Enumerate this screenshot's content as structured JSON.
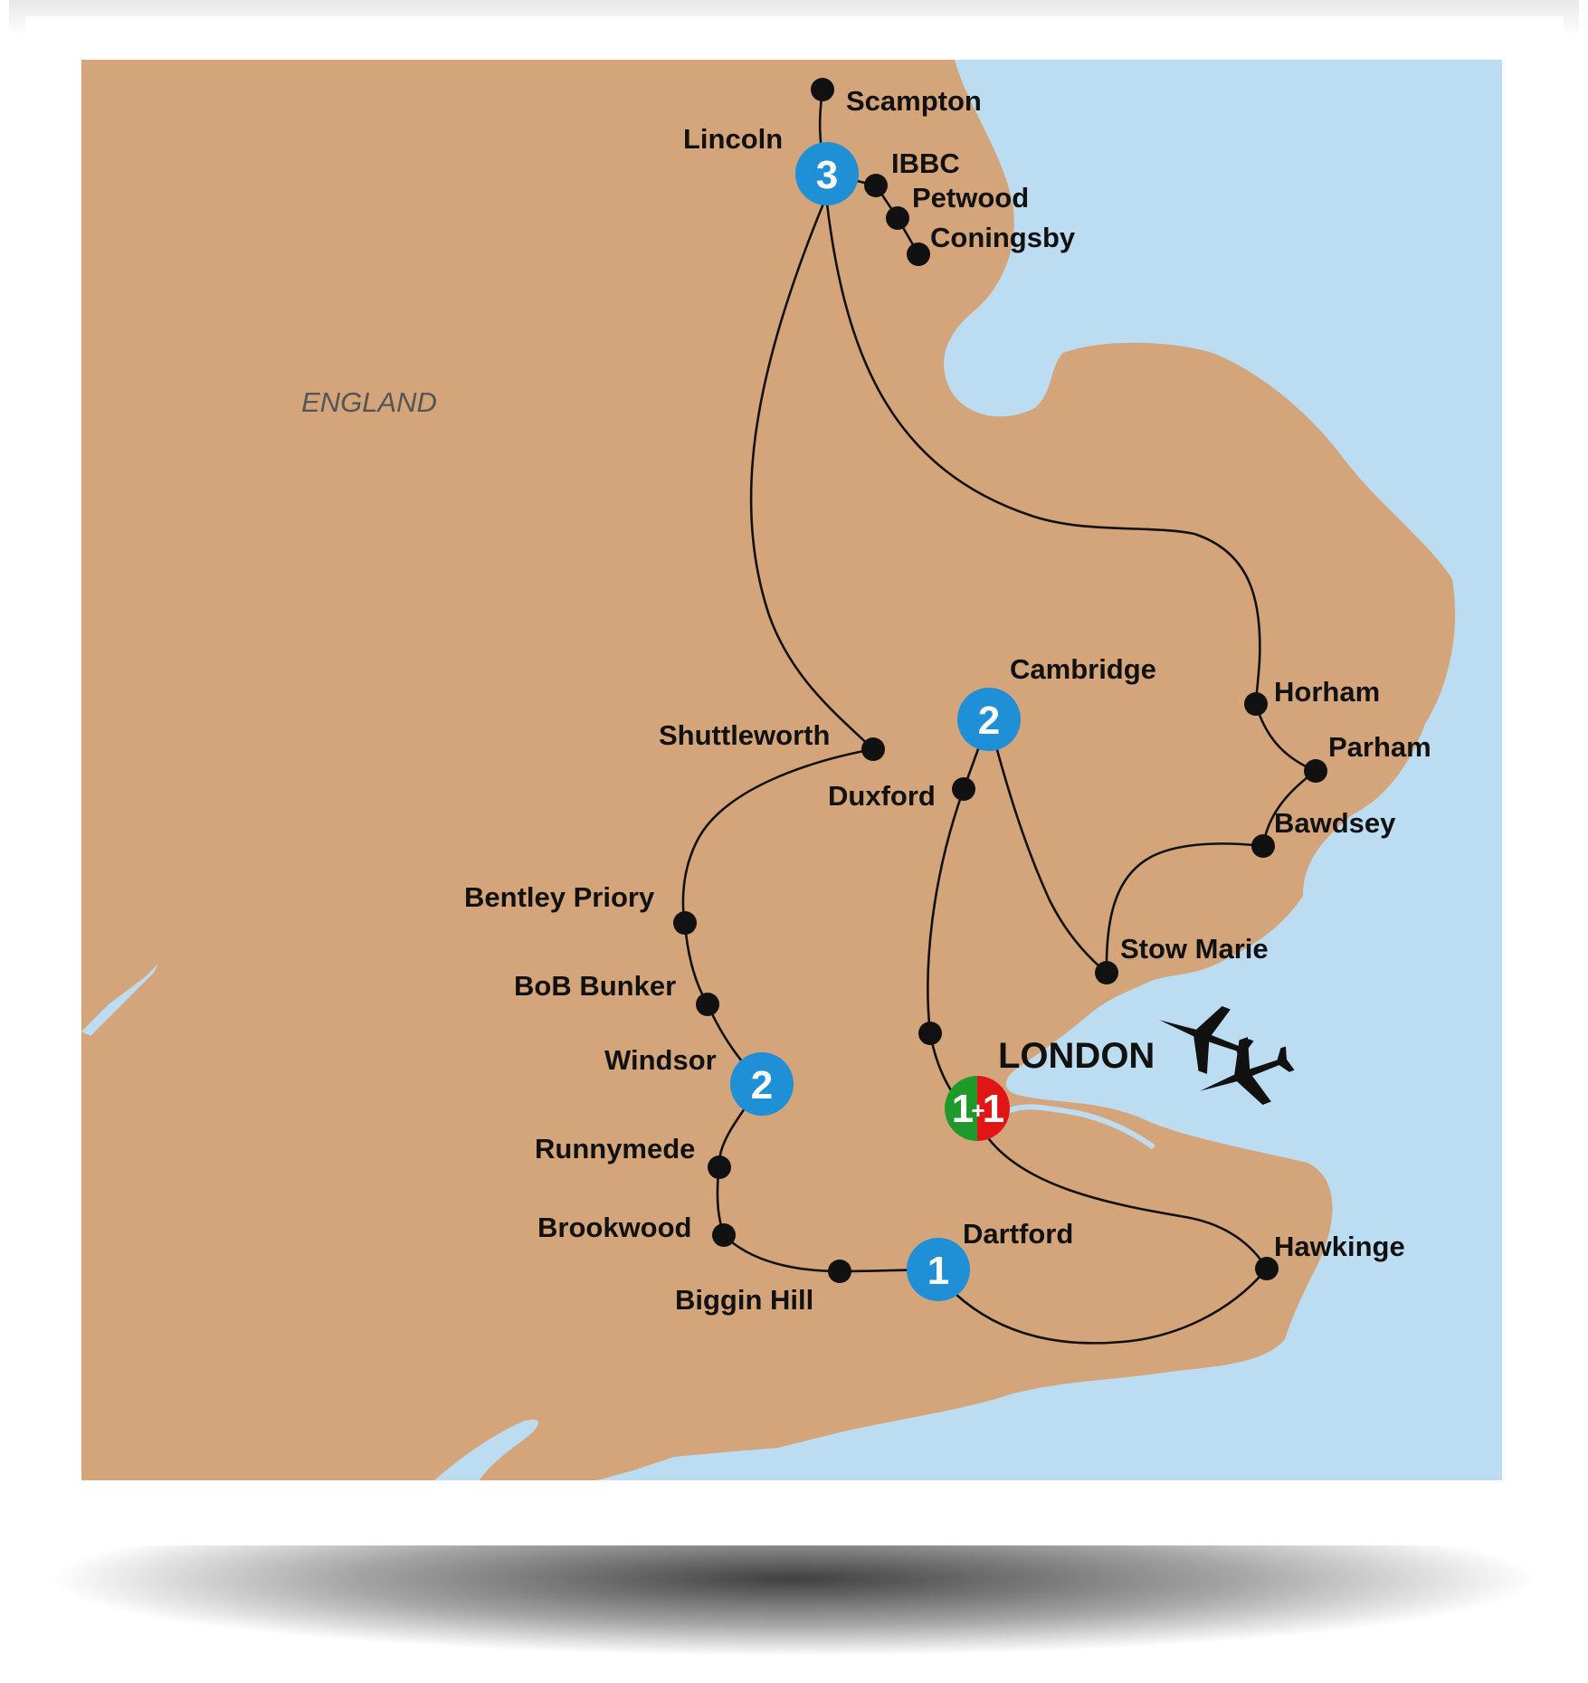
{
  "map": {
    "region_label": "ENGLAND",
    "city_label": "LONDON",
    "colors": {
      "land": "#d4a57a",
      "sea": "#bcdcf2",
      "route": "#111111",
      "badge": "#1f8fd6",
      "start": "#1f9a2a",
      "end": "#e01616"
    },
    "places": {
      "scampton": "Scampton",
      "lincoln": "Lincoln",
      "ibbc": "IBBC",
      "petwood": "Petwood",
      "coningsby": "Coningsby",
      "cambridge": "Cambridge",
      "horham": "Horham",
      "parham": "Parham",
      "shuttleworth": "Shuttleworth",
      "duxford": "Duxford",
      "bawdsey": "Bawdsey",
      "bentley_priory": "Bentley Priory",
      "stow_marie": "Stow Marie",
      "bob_bunker": "BoB Bunker",
      "windsor": "Windsor",
      "runnymede": "Runnymede",
      "brookwood": "Brookwood",
      "dartford": "Dartford",
      "hawkinge": "Hawkinge",
      "biggin_hill": "Biggin Hill"
    },
    "badges": {
      "lincoln_nights": "3",
      "cambridge_nights": "2",
      "windsor_nights": "2",
      "dartford_nights": "1",
      "london_start": "1",
      "london_plus": "+",
      "london_end": "1"
    },
    "icons": [
      "airplane-icon",
      "airplane-icon"
    ]
  }
}
